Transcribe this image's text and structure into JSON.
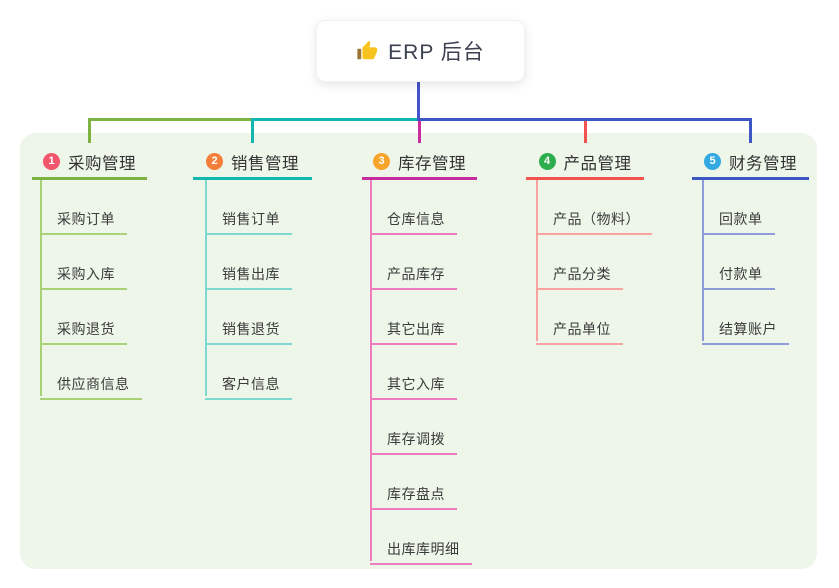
{
  "root": {
    "title": "ERP 后台",
    "icon": "thumbs-up"
  },
  "branches": [
    {
      "number": "1",
      "label": "采购管理",
      "badge_color": "#f2566d",
      "line_color": "#7cb342",
      "light_color": "#a8d178",
      "children": [
        "采购订单",
        "采购入库",
        "采购退货",
        "供应商信息"
      ]
    },
    {
      "number": "2",
      "label": "销售管理",
      "badge_color": "#f57e3a",
      "line_color": "#12b7af",
      "light_color": "#7cd8d0",
      "children": [
        "销售订单",
        "销售出库",
        "销售退货",
        "客户信息"
      ]
    },
    {
      "number": "3",
      "label": "库存管理",
      "badge_color": "#f8a42a",
      "line_color": "#c82da0",
      "light_color": "#ee7cbf",
      "children": [
        "仓库信息",
        "产品库存",
        "其它出库",
        "其它入库",
        "库存调拨",
        "库存盘点",
        "出库库明细"
      ]
    },
    {
      "number": "4",
      "label": "产品管理",
      "badge_color": "#2cae4d",
      "line_color": "#f3534e",
      "light_color": "#f9a29f",
      "children": [
        "产品（物料）",
        "产品分类",
        "产品单位"
      ]
    },
    {
      "number": "5",
      "label": "财务管理",
      "badge_color": "#32a9e1",
      "line_color": "#3d57c4",
      "light_color": "#8d9cd9",
      "children": [
        "回款单",
        "付款单",
        "结算账户"
      ]
    }
  ],
  "colors": {
    "canvas_bg": "#ffffff",
    "panel_bg": "#edf6e9",
    "root_connector": "#4355cb",
    "heading_text": "#333333",
    "child_text": "#3b3b3b"
  }
}
